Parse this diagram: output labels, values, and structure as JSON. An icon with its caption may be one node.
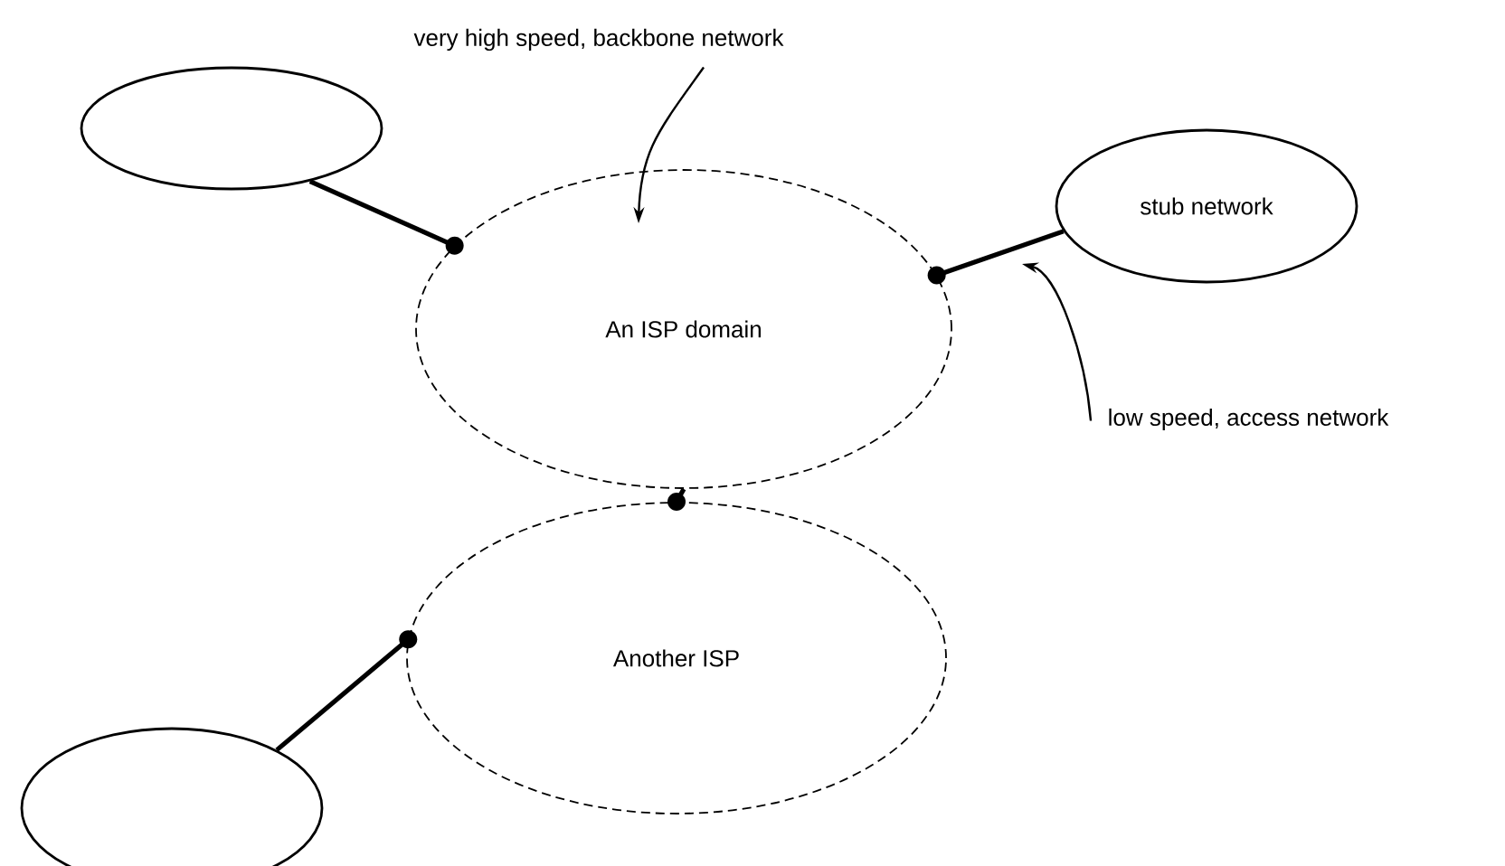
{
  "diagram": {
    "nodes": [
      {
        "text": [],
        "shape": "ellipse"
      },
      {
        "text": [
          "An ISP domain"
        ]
      },
      {
        "text": [
          "stub network"
        ]
      },
      {
        "text": [
          "Another ISP"
        ]
      },
      {
        "text": [],
        "shape": "ellipse"
      },
      {
        "text": [
          "very high speed, backbone network"
        ]
      },
      {
        "text": [
          "low speed, access network"
        ]
      }
    ],
    "edges": [
      {
        "from": 0,
        "to": 1,
        "arrow": "other"
      },
      {
        "from": 2,
        "to": 1,
        "arrow": "other"
      },
      {
        "from": 1,
        "to": 3,
        "arrow": "other"
      },
      {
        "from": 4,
        "to": 3,
        "arrow": "other"
      },
      {
        "from": 5,
        "to": 1,
        "arrow": "to"
      },
      {
        "from": 6,
        "to": null,
        "arrow": "to"
      }
    ]
  }
}
